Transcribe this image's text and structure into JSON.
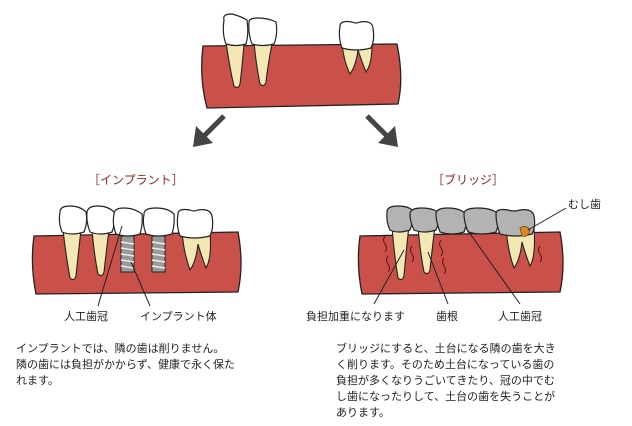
{
  "titles": {
    "implant": "［インプラント］",
    "bridge": "［ブリッジ］"
  },
  "labels": {
    "implant_crown": "人工歯冠",
    "implant_body": "インプラント体",
    "cavity_tooth": "むし歯",
    "burden": "負担加重になります",
    "root": "歯根",
    "bridge_crown": "人工歯冠"
  },
  "descriptions": {
    "implant": [
      "インプラントでは、隣の歯は削りません。",
      "隣の歯には負担がかからず、健康で永く保た",
      "れます。"
    ],
    "bridge": [
      "ブリッジにすると、土台になる隣の歯を大き",
      "く削ります。そのため土台になっている歯の",
      "負担が多くなりうごいてきたり、冠の中でむ",
      "し歯になったりして、土台の歯を失うことが",
      "あります。"
    ]
  },
  "colors": {
    "gum": "#c9514a",
    "tooth": "#ffffff",
    "root": "#f3e7b4",
    "metal_crown": "#b3b3b3",
    "implant_screw": "#9a9a9a",
    "cavity": "#d98a1f",
    "arrow": "#444444",
    "title": "#8b2a1e"
  }
}
